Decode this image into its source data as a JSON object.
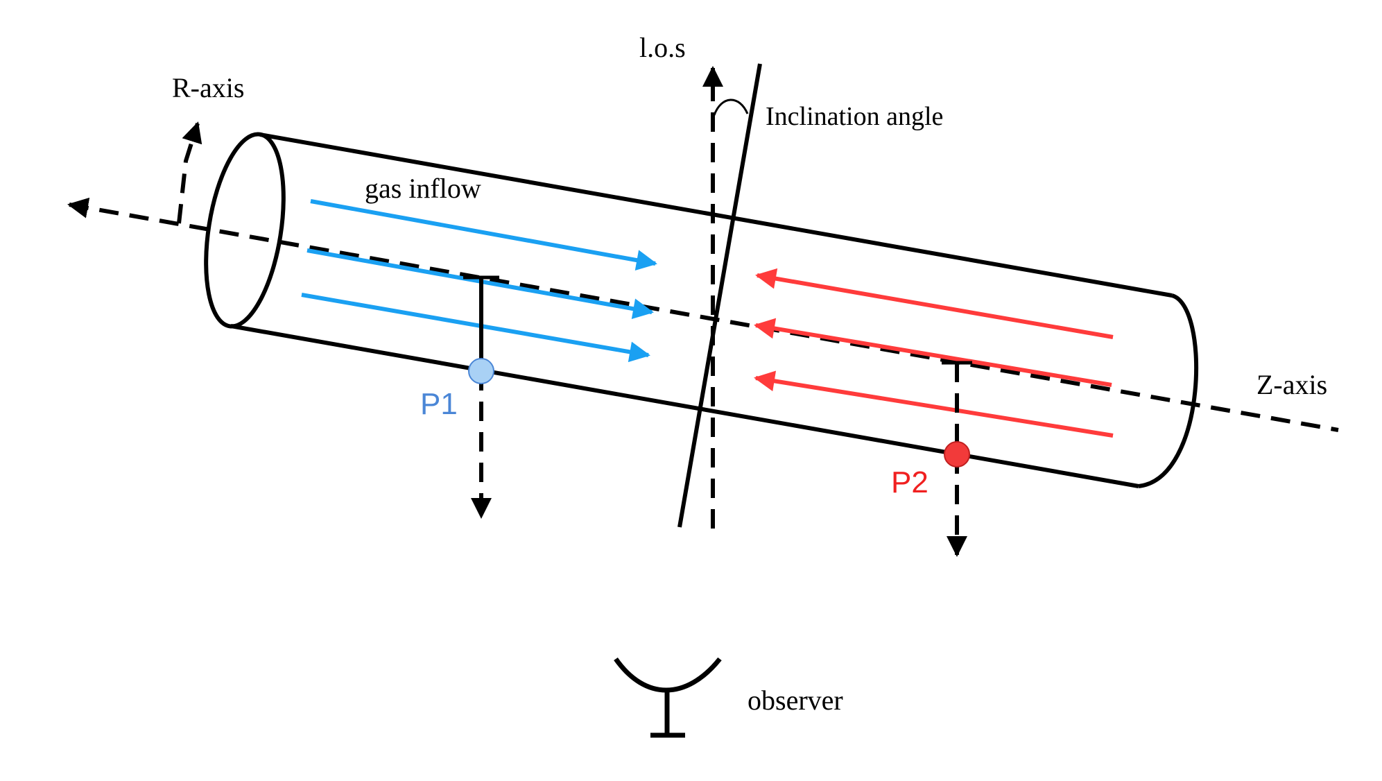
{
  "labels": {
    "los": "l.o.s",
    "r_axis": "R-axis",
    "z_axis": "Z-axis",
    "inclination_angle": "Inclination angle",
    "gas_inflow": "gas inflow",
    "p1": "P1",
    "p2": "P2",
    "observer": "observer"
  },
  "colors": {
    "inflow_blue": "#1aa0f2",
    "inflow_red": "#ff3b3b",
    "p1_fill": "#a9d1f5",
    "p1_text": "#4a86d6",
    "p2_fill": "#f23a3a",
    "p2_text": "#f02020",
    "line": "#000000"
  },
  "icons": {
    "observer": "dish-antenna-icon",
    "p1": "point-marker",
    "p2": "point-marker"
  }
}
